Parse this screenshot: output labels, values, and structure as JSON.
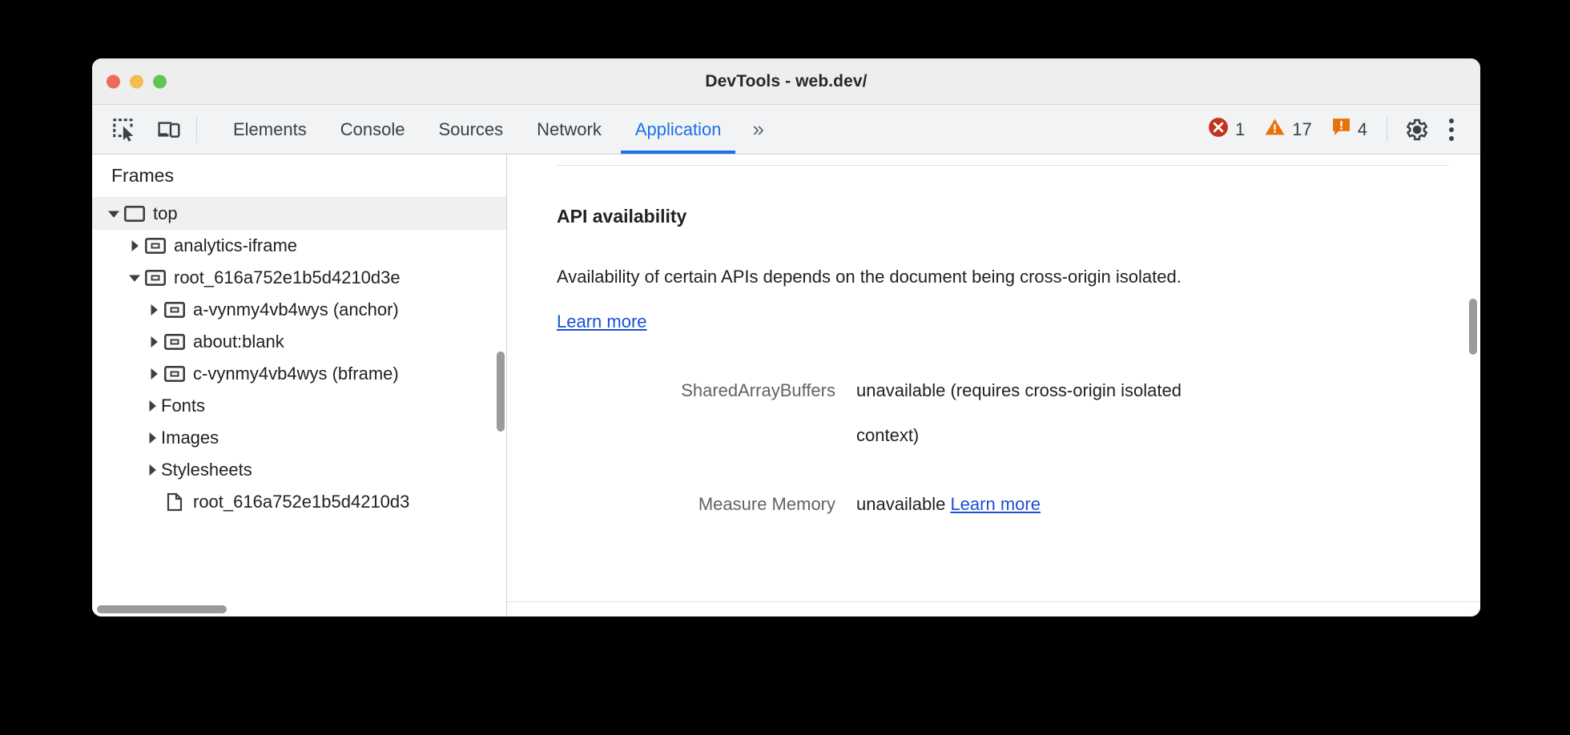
{
  "window": {
    "title": "DevTools - web.dev/",
    "traffic_lights": [
      "close-red",
      "minimize-yellow",
      "maximize-green"
    ]
  },
  "toolbar": {
    "inspect_icon": "inspect-element-icon",
    "device_icon": "device-toolbar-icon",
    "tabs": [
      {
        "label": "Elements",
        "active": false
      },
      {
        "label": "Console",
        "active": false
      },
      {
        "label": "Sources",
        "active": false
      },
      {
        "label": "Network",
        "active": false
      },
      {
        "label": "Application",
        "active": true
      }
    ],
    "more_tabs_label": "»",
    "status": {
      "errors": {
        "icon": "error-icon",
        "count": "1",
        "color": "#c5321d"
      },
      "warnings": {
        "icon": "warning-icon",
        "count": "17",
        "color": "#e8710a"
      },
      "issues": {
        "icon": "issue-icon",
        "count": "4",
        "color": "#e8710a"
      }
    },
    "settings_icon": "gear-icon",
    "menu_icon": "kebab-menu-icon",
    "accent_color": "#1a73e8"
  },
  "sidebar": {
    "header": "Frames",
    "tree": [
      {
        "label": "top",
        "indent": 0,
        "twisty": "open",
        "icon": "frame-top-icon",
        "selected": true
      },
      {
        "label": "analytics-iframe",
        "indent": 1,
        "twisty": "closed",
        "icon": "iframe-icon",
        "selected": false
      },
      {
        "label": "root_616a752e1b5d4210d3e",
        "indent": 1,
        "twisty": "open",
        "icon": "iframe-icon",
        "selected": false
      },
      {
        "label": "a-vynmy4vb4wys (anchor)",
        "indent": 2,
        "twisty": "closed",
        "icon": "iframe-icon",
        "selected": false
      },
      {
        "label": "about:blank",
        "indent": 2,
        "twisty": "closed",
        "icon": "iframe-icon",
        "selected": false
      },
      {
        "label": "c-vynmy4vb4wys (bframe)",
        "indent": 2,
        "twisty": "closed",
        "icon": "iframe-icon",
        "selected": false
      },
      {
        "label": "Fonts",
        "indent": 1,
        "twisty": "closed",
        "icon": "none",
        "selected": false
      },
      {
        "label": "Images",
        "indent": 1,
        "twisty": "closed",
        "icon": "none",
        "selected": false
      },
      {
        "label": "Stylesheets",
        "indent": 1,
        "twisty": "closed",
        "icon": "none",
        "selected": false
      },
      {
        "label": "root_616a752e1b5d4210d3",
        "indent": 2,
        "twisty": "none",
        "icon": "document-icon",
        "selected": false
      }
    ]
  },
  "main": {
    "section_title": "API availability",
    "description_text": "Availability of certain APIs depends on the document being cross-origin isolated. ",
    "description_link": "Learn more",
    "rows": [
      {
        "key": "SharedArrayBuffers",
        "value": "unavailable",
        "note": "(requires cross-origin isolated context)",
        "link": ""
      },
      {
        "key": "Measure Memory",
        "value": "unavailable",
        "note": "",
        "link": "Learn more"
      }
    ]
  }
}
